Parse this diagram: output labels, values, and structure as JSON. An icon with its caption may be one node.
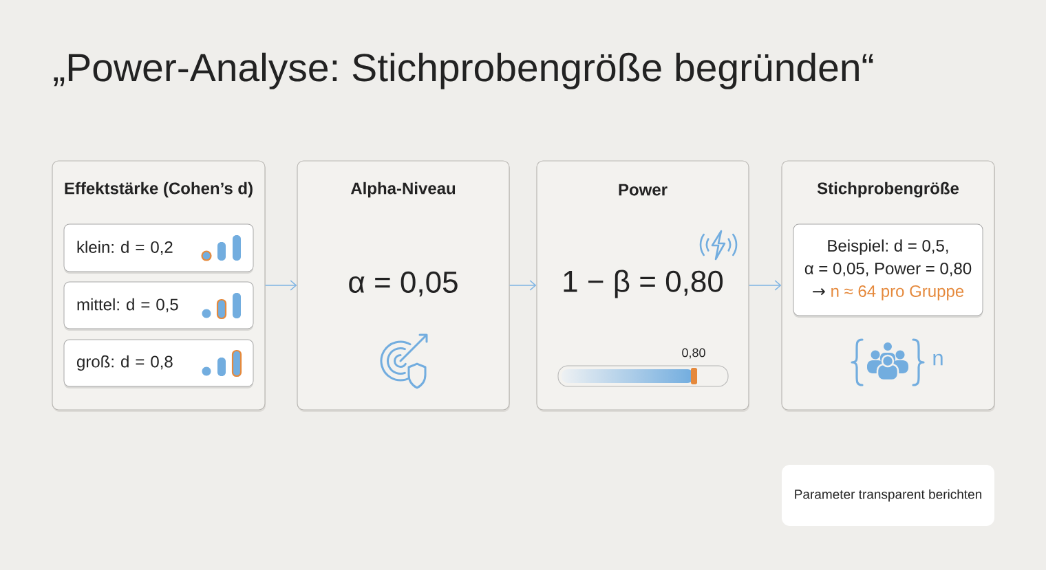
{
  "diagram": {
    "title": "„Power-Analyse: Stichprobengröße begründen“",
    "nodes": [
      {
        "text": [
          "Effektstärke (Cohen’s d)"
        ]
      },
      {
        "text": [
          "klein: d = 0,2"
        ],
        "in": 0
      },
      {
        "text": [
          "mittel: d = 0,5"
        ],
        "in": 0
      },
      {
        "text": [
          "groß: d = 0,8"
        ],
        "in": 0
      },
      {
        "text": [
          "Alpha-Niveau",
          "α = 0,05"
        ]
      },
      {
        "text": [
          "Power",
          "1 − β = 0,80",
          "0,80"
        ]
      },
      {
        "text": [
          "Stichprobengröße",
          "n"
        ]
      },
      {
        "text": [
          "Beispiel: d = 0,5, α = 0,05, Power = 0,80",
          "→",
          "n ≈ 64 pro Gruppe"
        ],
        "in": 6
      },
      {
        "text": [
          "Parameter transparent berichten"
        ]
      }
    ],
    "edges": [
      {
        "from": 0,
        "to": 4,
        "arrow": "to"
      },
      {
        "from": 4,
        "to": 5,
        "arrow": "to"
      },
      {
        "from": 5,
        "to": 6,
        "arrow": "to"
      }
    ]
  }
}
